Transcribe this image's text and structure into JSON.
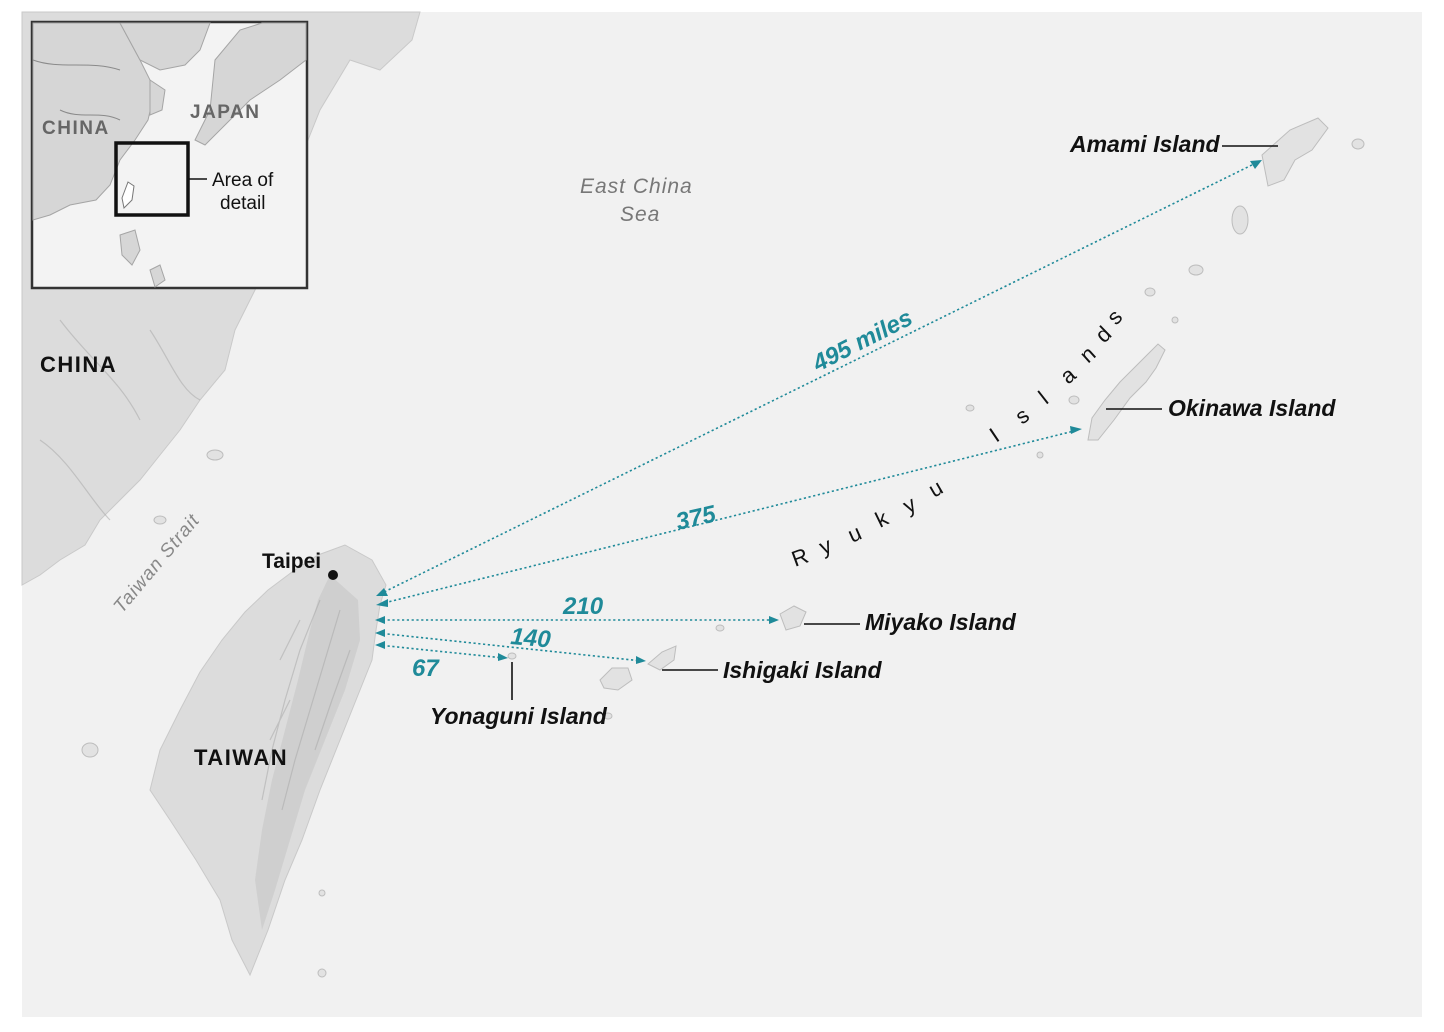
{
  "map": {
    "sea_name": [
      "East China",
      "Sea"
    ],
    "strait_name": "Taiwan Strait",
    "archipelago_name": [
      "R",
      "y",
      "u",
      "k",
      "y",
      "u",
      "I",
      "s",
      "l",
      "a",
      "n",
      "d",
      "s"
    ],
    "countries": {
      "china": "CHINA",
      "taiwan": "TAIWAN"
    },
    "city": {
      "name": "Taipei"
    },
    "islands": {
      "amami": "Amami Island",
      "okinawa": "Okinawa Island",
      "miyako": "Miyako Island",
      "ishigaki": "Ishigaki Island",
      "yonaguni": "Yonaguni Island"
    },
    "distances": {
      "amami": "495 miles",
      "okinawa": "375",
      "miyako": "210",
      "ishigaki": "140",
      "yonaguni": "67"
    },
    "colors": {
      "route": "#1f8a99",
      "land": "#dcdcdc",
      "sea": "#f1f1f1"
    }
  },
  "inset": {
    "china": "CHINA",
    "japan": "JAPAN",
    "note": [
      "Area of",
      "detail"
    ]
  }
}
